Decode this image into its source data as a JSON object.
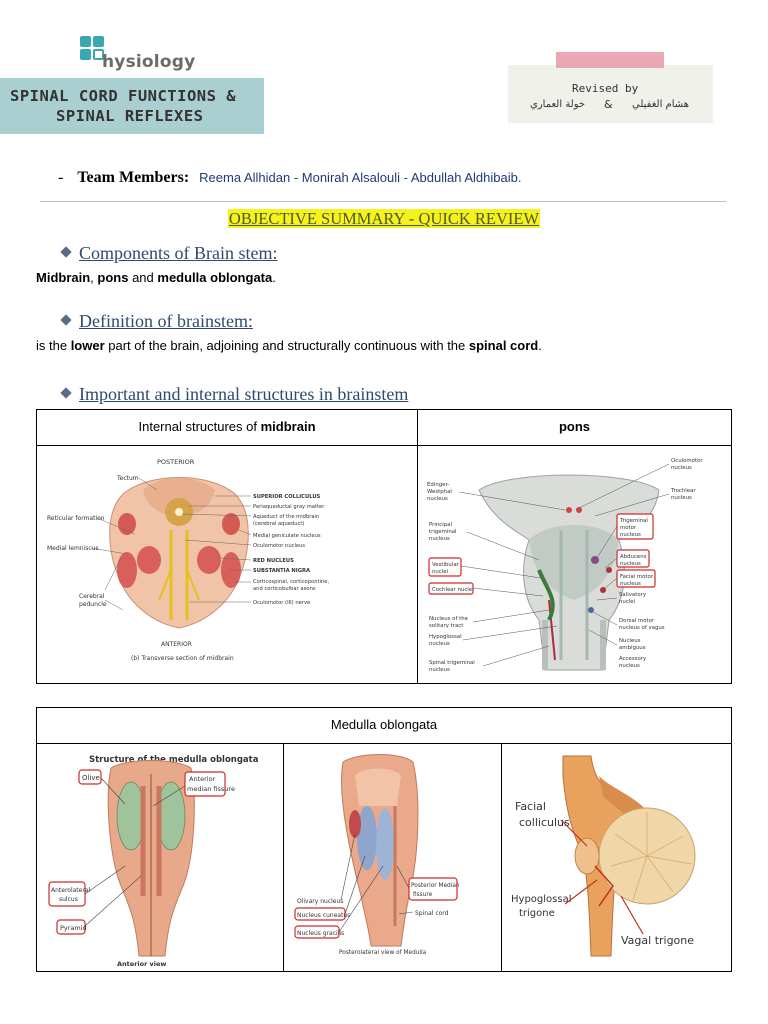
{
  "logo": {
    "text": "hysiology",
    "icon": "physiology-logo-icon"
  },
  "banner": {
    "line1": "SPINAL CORD FUNCTIONS &",
    "line2": "SPINAL REFLEXES"
  },
  "revised": {
    "label": "Revised by",
    "name1": "خولة العماري",
    "amp": "&",
    "name2": "هشام الغفيلي"
  },
  "team": {
    "dash": "-",
    "label": "Team Members:",
    "names": "Reema Allhidan - Monirah Alsalouli - Abdullah Aldhibaib."
  },
  "objective": "OBJECTIVE SUMMARY - QUICK REVIEW",
  "sections": {
    "components": {
      "heading": "Components of Brain stem:",
      "p1": "Midbrain",
      "p2": ", ",
      "p3": "pons",
      "p4": " and ",
      "p5": "medulla oblongata",
      "p6": "."
    },
    "definition": {
      "heading": "Definition of brainstem:",
      "p1": "is the ",
      "p2": "lower",
      "p3": " part of the brain, adjoining and structurally continuous with the ",
      "p4": "spinal cord",
      "p5": "."
    },
    "important": {
      "heading": "Important and internal structures in brainstem"
    }
  },
  "table1": {
    "col1_prefix": "Internal structures of ",
    "col1_bold": "midbrain",
    "col2": "pons",
    "midbrain_fig": {
      "posterior": "POSTERIOR",
      "tectum": "Tectum",
      "reticular": "Reticular formation",
      "medial_lemniscus": "Medial lemniscus",
      "cerebral": "Cerebral",
      "peduncle": "peduncle",
      "labels": [
        "SUPERIOR COLLICULUS",
        "Periaqueductal gray matter",
        "Aqueduct of the midbrain",
        "(cerebral aqueduct)",
        "Medial geniculate nucleus",
        "Oculomotor nucleus",
        "RED NUCLEUS",
        "SUBSTANTIA NIGRA",
        "Corticospinal, corticopontine,",
        "and corticobulbar axons",
        "Oculomotor (III) nerve"
      ],
      "anterior": "ANTERIOR",
      "caption": "(b) Transverse section of midbrain"
    },
    "pons_fig": {
      "left_labels": [
        "Edinger-",
        "Westphal",
        "nucleus",
        "Principal",
        "trigeminal",
        "nucleus",
        "Vestibular",
        "nuclei",
        "Cochlear nuclei",
        "Nucleus of the",
        "solitary tract",
        "Hypoglossal",
        "nucleus",
        "Spinal trigeminal",
        "nucleus"
      ],
      "right_labels": [
        "Oculomotor",
        "nucleus",
        "Trochlear",
        "nucleus",
        "Trigeminal",
        "motor",
        "nucleus",
        "Abducens",
        "nucleus",
        "Facial motor",
        "nucleus",
        "Salivatory",
        "nuclei",
        "Dorsal motor",
        "nucleus of vagus",
        "Nucleus",
        "ambiguus",
        "Accessory",
        "nucleus"
      ]
    }
  },
  "table2": {
    "title": "Medulla oblongata",
    "fig1": {
      "title": "Structure of the medulla oblongata",
      "olive": "Olive",
      "anterior1": "Anterior",
      "anterior2": "median fissure",
      "antero1": "Anterolateral",
      "antero2": "sulcus",
      "pyramid": "Pyramid",
      "caption": "Anterior view"
    },
    "fig2": {
      "olivary": "Olivary nucleus",
      "cuneatus": "Nucleus cuneatus",
      "gracilis": "Nucleus gracilis",
      "post1": "Posterior Median",
      "post2": "fissure",
      "spinal": "Spinal cord",
      "caption": "Posterolateral view of Medulla"
    },
    "fig3": {
      "facial1": "Facial",
      "facial2": "colliculus",
      "hypo1": "Hypoglossal",
      "hypo2": "trigone",
      "vagal": "Vagal trigone"
    }
  },
  "colors": {
    "banner": "#a9cfd0",
    "highlight": "#f7f21c",
    "heading": "#2e4a6e",
    "names": "#1f3b76"
  }
}
